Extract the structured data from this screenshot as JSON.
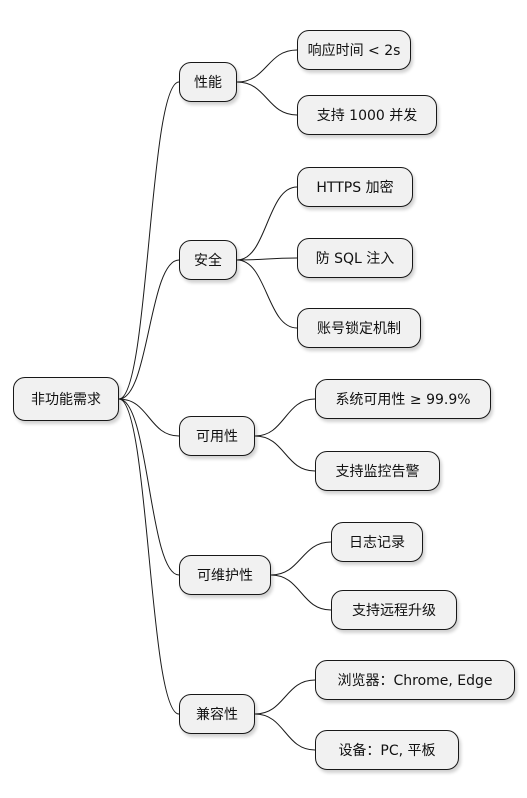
{
  "mindmap": {
    "root": {
      "label": "非功能需求"
    },
    "branches": [
      {
        "label": "性能",
        "children": [
          {
            "label": "响应时间 < 2s"
          },
          {
            "label": "支持 1000 并发"
          }
        ]
      },
      {
        "label": "安全",
        "children": [
          {
            "label": "HTTPS 加密"
          },
          {
            "label": "防 SQL 注入"
          },
          {
            "label": "账号锁定机制"
          }
        ]
      },
      {
        "label": "可用性",
        "children": [
          {
            "label": "系统可用性 ≥ 99.9%"
          },
          {
            "label": "支持监控告警"
          }
        ]
      },
      {
        "label": "可维护性",
        "children": [
          {
            "label": "日志记录"
          },
          {
            "label": "支持远程升级"
          }
        ]
      },
      {
        "label": "兼容性",
        "children": [
          {
            "label": "浏览器：Chrome, Edge"
          },
          {
            "label": "设备：PC, 平板"
          }
        ]
      }
    ]
  }
}
